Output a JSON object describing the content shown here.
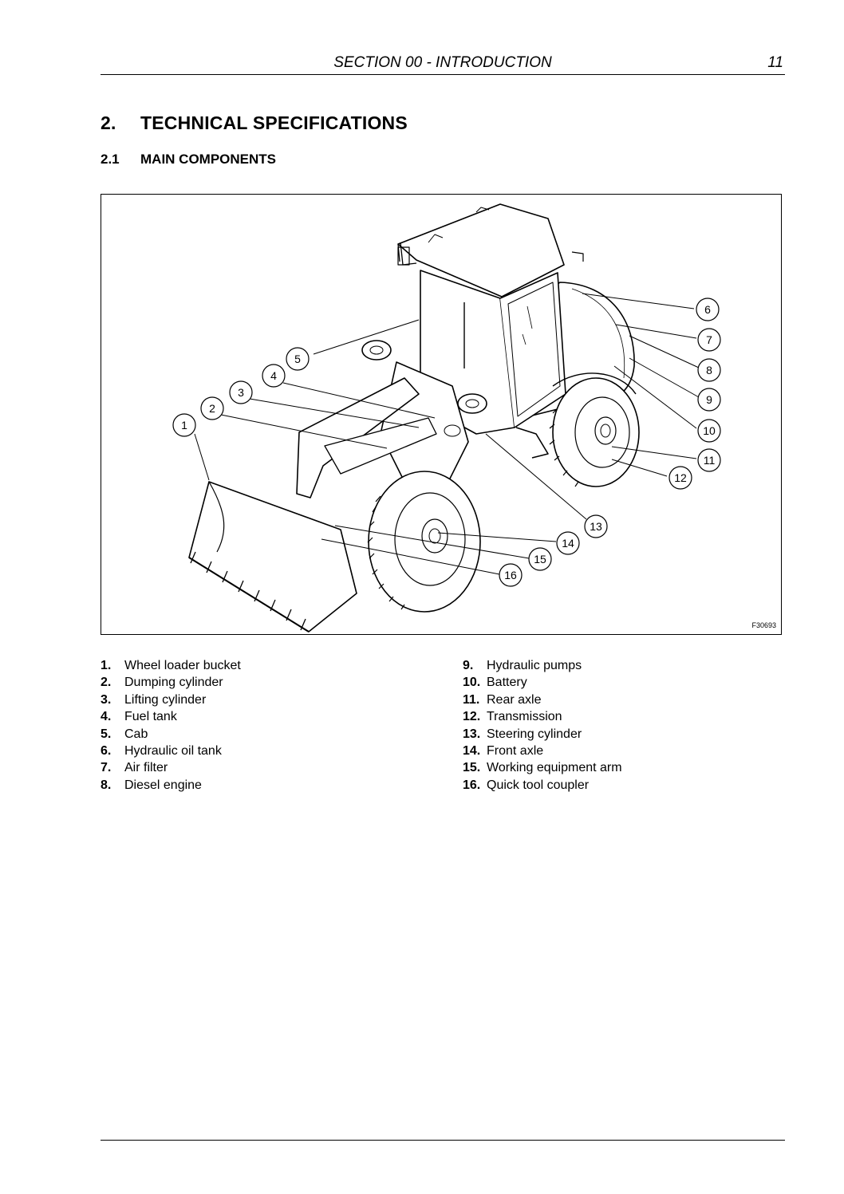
{
  "header": {
    "title": "SECTION 00 - INTRODUCTION",
    "page_number": "11"
  },
  "heading": {
    "number": "2.",
    "title": "TECHNICAL SPECIFICATIONS"
  },
  "subheading": {
    "number": "2.1",
    "title": "MAIN COMPONENTS"
  },
  "figure": {
    "code": "F30693",
    "callouts": [
      "1",
      "2",
      "3",
      "4",
      "5",
      "6",
      "7",
      "8",
      "9",
      "10",
      "11",
      "12",
      "13",
      "14",
      "15",
      "16"
    ]
  },
  "legend": {
    "left": [
      {
        "num": "1.",
        "label": "Wheel loader bucket"
      },
      {
        "num": "2.",
        "label": "Dumping cylinder"
      },
      {
        "num": "3.",
        "label": "Lifting cylinder"
      },
      {
        "num": "4.",
        "label": "Fuel tank"
      },
      {
        "num": "5.",
        "label": "Cab"
      },
      {
        "num": "6.",
        "label": "Hydraulic oil tank"
      },
      {
        "num": "7.",
        "label": "Air filter"
      },
      {
        "num": "8.",
        "label": "Diesel engine"
      }
    ],
    "right": [
      {
        "num": "9.",
        "label": "Hydraulic pumps"
      },
      {
        "num": "10.",
        "label": "Battery"
      },
      {
        "num": "11.",
        "label": "Rear axle"
      },
      {
        "num": "12.",
        "label": "Transmission"
      },
      {
        "num": "13.",
        "label": "Steering cylinder"
      },
      {
        "num": "14.",
        "label": "Front axle"
      },
      {
        "num": "15.",
        "label": "Working equipment arm"
      },
      {
        "num": "16.",
        "label": "Quick tool coupler"
      }
    ]
  }
}
